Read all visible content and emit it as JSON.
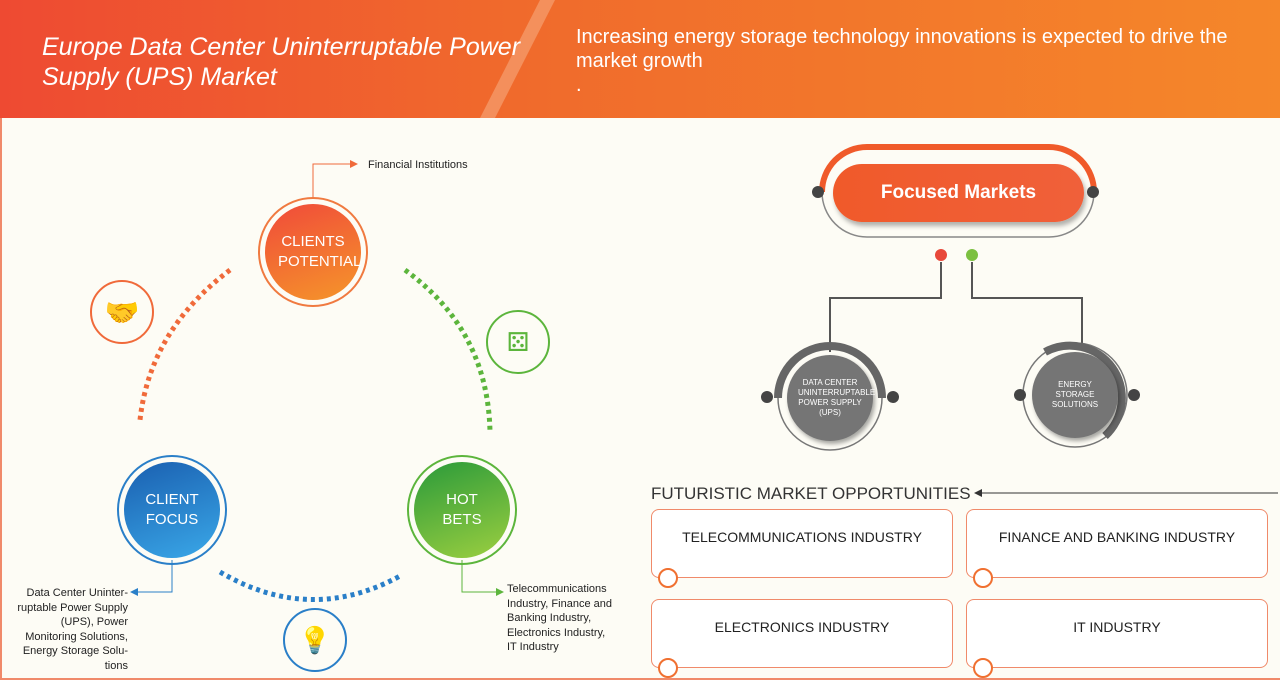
{
  "header": {
    "title": "Europe Data Center Uninterruptable Power Supply (UPS) Market",
    "subtitle": "Increasing energy storage technology innovations is expected to drive the market growth",
    "subtitle_dot": "."
  },
  "cycle": {
    "clients_potential": {
      "label": "CLIENTS POTENTIAL",
      "detail": "Financial Institutions"
    },
    "client_focus": {
      "label": "CLIENT FOCUS",
      "detail": "Data Center Uninter-ruptable Power Supply (UPS), Power Monitoring Solutions, Energy Storage Solu-tions"
    },
    "hot_bets": {
      "label": "HOT BETS",
      "detail": "Telecommunications Industry, Finance and Banking Industry, Electronics Industry, IT Industry"
    }
  },
  "focused": {
    "title": "Focused Markets",
    "markets": [
      "DATA CENTER UNINTERRUPTABLE POWER SUPPLY (UPS)",
      "ENERGY STORAGE SOLUTIONS"
    ]
  },
  "opportunities": {
    "title": "FUTURISTIC MARKET OPPORTUNITIES",
    "items": [
      "TELECOMMUNICATIONS  INDUSTRY",
      "FINANCE AND BANKING INDUSTRY",
      "ELECTRONICS INDUSTRY",
      "IT INDUSTRY"
    ]
  },
  "colors": {
    "orange": "#f05a2a",
    "blue": "#2a7fc8",
    "green": "#5cb53c",
    "gray": "#757575"
  }
}
